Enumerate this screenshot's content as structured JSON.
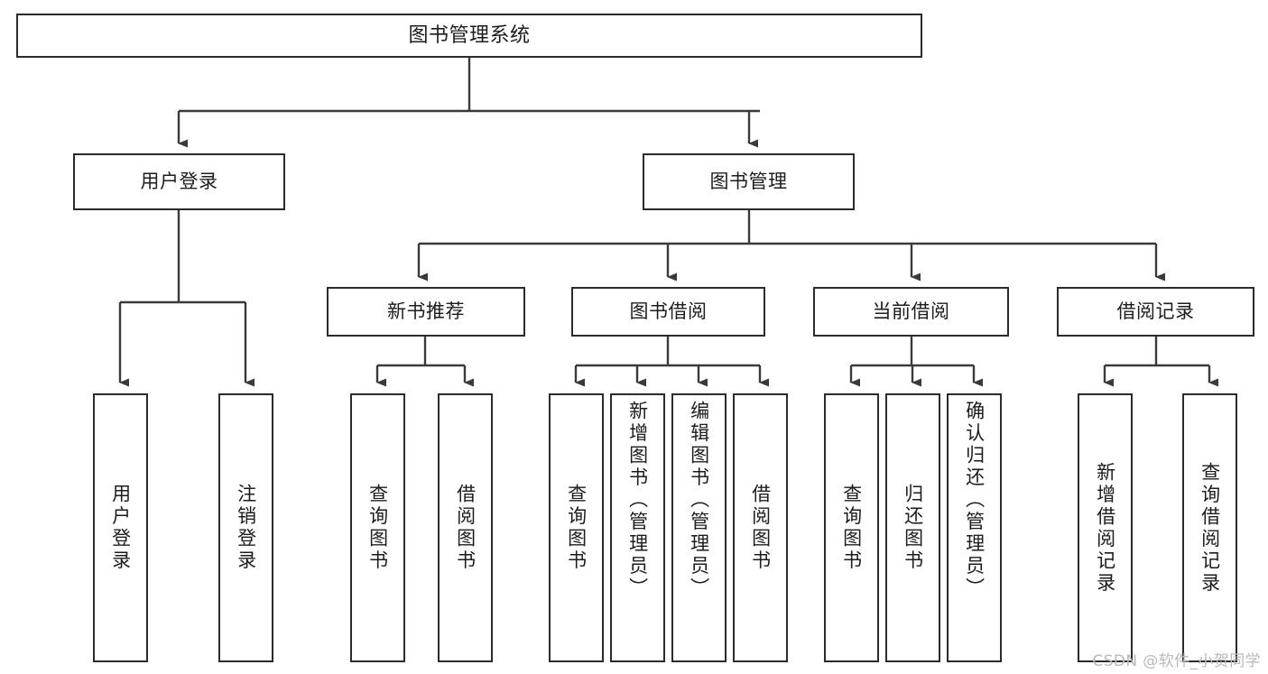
{
  "diagram": {
    "title": "图书管理系统",
    "type": "tree-hierarchy",
    "colors": {
      "box_border": "#2b2b2b",
      "box_fill": "#ffffff",
      "edge": "#3a3a3a",
      "text": "#1c1c1c",
      "watermark": "#b9b9b9",
      "background": "#ffffff"
    },
    "watermark": "CSDN @软件_小贺同学"
  },
  "nodes": {
    "root": {
      "label": "图书管理系统"
    },
    "level2": [
      {
        "label": "用户登录"
      },
      {
        "label": "图书管理"
      }
    ],
    "level3": [
      {
        "label": "新书推荐"
      },
      {
        "label": "图书借阅"
      },
      {
        "label": "当前借阅"
      },
      {
        "label": "借阅记录"
      }
    ],
    "leaves": {
      "user_login": [
        {
          "label": "用户登录"
        },
        {
          "label": "注销登录"
        }
      ],
      "new_book": [
        {
          "label": "查询图书"
        },
        {
          "label": "借阅图书"
        }
      ],
      "book_borrow": [
        {
          "label": "查询图书"
        },
        {
          "label": "新增图书（管理员）"
        },
        {
          "label": "编辑图书（管理员）"
        },
        {
          "label": "借阅图书"
        }
      ],
      "current_borrow": [
        {
          "label": "查询图书"
        },
        {
          "label": "归还图书"
        },
        {
          "label": "确认归还（管理员）"
        }
      ],
      "borrow_record": [
        {
          "label": "新增借阅记录"
        },
        {
          "label": "查询借阅记录"
        }
      ]
    }
  }
}
